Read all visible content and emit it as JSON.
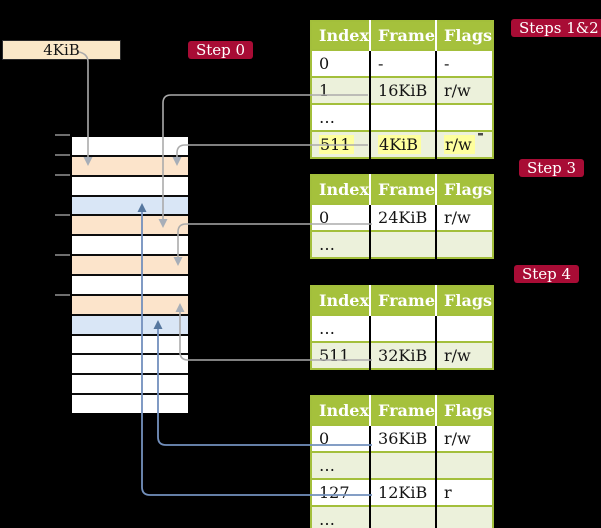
{
  "frame_box": {
    "label": "4KiB"
  },
  "badges": {
    "step0": {
      "label": "Step 0"
    },
    "steps12": {
      "label": "Steps 1&2"
    },
    "step3": {
      "label": "Step 3"
    },
    "step4": {
      "label": "Step 4"
    }
  },
  "tables": [
    {
      "headers": [
        "Index",
        "Frame",
        "Flags"
      ],
      "rows": [
        {
          "cells": [
            "0",
            "-",
            "-"
          ]
        },
        {
          "cells": [
            "1",
            "16KiB",
            "r/w"
          ]
        },
        {
          "cells": [
            "…",
            "",
            ""
          ]
        },
        {
          "cells": [
            "511",
            "4KiB",
            "r/w"
          ],
          "highlighted": true
        }
      ]
    },
    {
      "headers": [
        "Index",
        "Frame",
        "Flags"
      ],
      "rows": [
        {
          "cells": [
            "0",
            "24KiB",
            "r/w"
          ]
        },
        {
          "cells": [
            "…",
            "",
            ""
          ]
        }
      ]
    },
    {
      "headers": [
        "Index",
        "Frame",
        "Flags"
      ],
      "rows": [
        {
          "cells": [
            "…",
            "",
            ""
          ]
        },
        {
          "cells": [
            "511",
            "32KiB",
            "r/w"
          ]
        }
      ]
    },
    {
      "headers": [
        "Index",
        "Frame",
        "Flags"
      ],
      "rows": [
        {
          "cells": [
            "0",
            "36KiB",
            "r/w"
          ]
        },
        {
          "cells": [
            "…",
            "",
            ""
          ]
        },
        {
          "cells": [
            "127",
            "12KiB",
            "r"
          ]
        },
        {
          "cells": [
            "…",
            "",
            ""
          ]
        }
      ]
    }
  ],
  "memory_stack": {
    "row_colors": [
      "white",
      "peach",
      "white",
      "blue",
      "peach",
      "white",
      "peach",
      "white",
      "peach",
      "blue",
      "white",
      "white",
      "white",
      "white"
    ]
  },
  "colors": {
    "background": "#000000",
    "badge_red": "#a80c35",
    "table_header_green": "#a5c13c",
    "table_border_green": "#a3bf3b",
    "table_row_green": "#ecf1db",
    "highlight_yellow": "#feff9e",
    "frame_box_cream": "#fae8c8",
    "memory_peach": "#fce4cb",
    "memory_blue": "#d9e6f6",
    "arrow_gray": "#ababab",
    "arrow_blue": "#7390bd"
  }
}
